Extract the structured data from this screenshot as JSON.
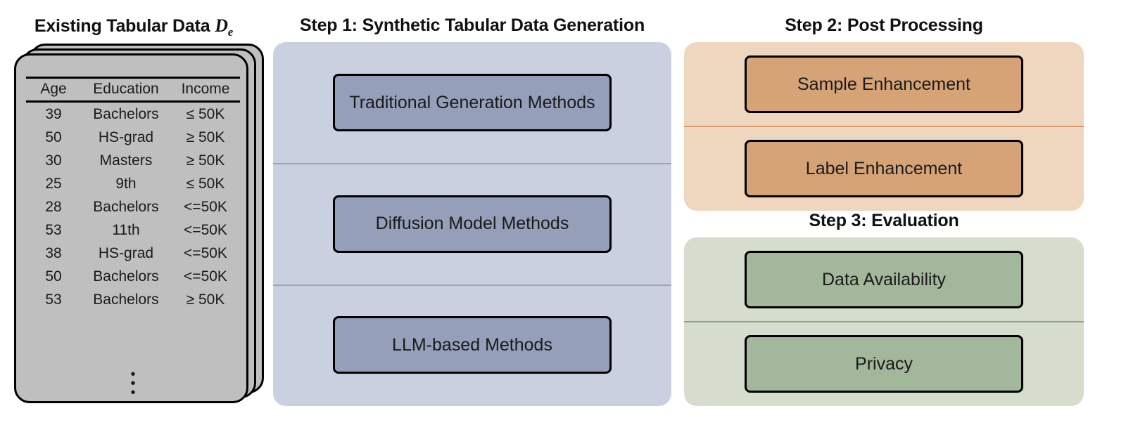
{
  "existing": {
    "title_main": "Existing Tabular Data ",
    "title_symbol": "D",
    "title_subscript": "e",
    "columns": [
      "Age",
      "Education",
      "Income"
    ],
    "rows": [
      [
        "39",
        "Bachelors",
        "≤ 50K"
      ],
      [
        "50",
        "HS-grad",
        "≥ 50K"
      ],
      [
        "30",
        "Masters",
        "≥ 50K"
      ],
      [
        "25",
        "9th",
        "≤ 50K"
      ],
      [
        "28",
        "Bachelors",
        "<=50K"
      ],
      [
        "53",
        "11th",
        "<=50K"
      ],
      [
        "38",
        "HS-grad",
        "<=50K"
      ],
      [
        "50",
        "Bachelors",
        "<=50K"
      ],
      [
        "53",
        "Bachelors",
        "≥ 50K"
      ]
    ],
    "continuation": "vertical-ellipsis",
    "card_fill": "#bfbfbf",
    "card_border": "#000000"
  },
  "step1": {
    "title": "Step 1: Synthetic Tabular Data Generation",
    "panel_color": "#c9d1e1",
    "box_color": "#959fba",
    "divider_color": "#9aa5bd",
    "items": [
      {
        "label": "Traditional Generation Methods"
      },
      {
        "label": "Diffusion Model Methods"
      },
      {
        "label": "LLM-based Methods"
      }
    ]
  },
  "step2": {
    "title": "Step 2: Post Processing",
    "panel_color": "#efd6bf",
    "box_color": "#d6a376",
    "divider_color": "#d79a68",
    "items": [
      {
        "label": "Sample Enhancement"
      },
      {
        "label": "Label Enhancement"
      }
    ]
  },
  "step3": {
    "title": "Step 3: Evaluation",
    "panel_color": "#d6dcce",
    "box_color": "#a3b79b",
    "divider_color": "#8ca383",
    "items": [
      {
        "label": "Data Availability"
      },
      {
        "label": "Privacy"
      }
    ]
  }
}
